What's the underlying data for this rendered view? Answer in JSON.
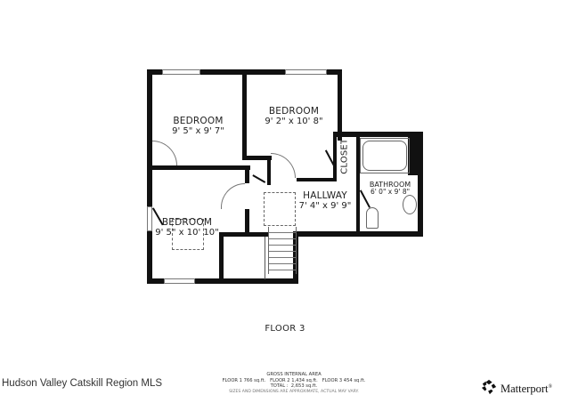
{
  "floor_plan": {
    "floor_title": "FLOOR 3",
    "rooms": [
      {
        "name": "BEDROOM",
        "dimensions": "9' 5\" x 9' 7\""
      },
      {
        "name": "BEDROOM",
        "dimensions": "9' 2\" x 10' 8\""
      },
      {
        "name": "CLOSET"
      },
      {
        "name": "BATHROOM",
        "dimensions": "6' 0\" x 9' 8\""
      },
      {
        "name": "HALLWAY",
        "dimensions": "7' 4\" x 9' 9\""
      },
      {
        "name": "BEDROOM",
        "dimensions": "9' 5\" x 10' 10\""
      }
    ]
  },
  "gross_internal_area": {
    "heading": "GROSS INTERNAL AREA",
    "floors_line": "FLOOR 1 766 sq.ft.   FLOOR 2 1,434 sq.ft.   FLOOR 3 454 sq.ft.",
    "total_line": "TOTAL :  2,653 sq.ft.",
    "note": "SIZES AND DIMENSIONS ARE APPROXIMATE, ACTUAL MAY VARY."
  },
  "footer": {
    "mls_watermark": "Hudson Valley Catskill Region MLS",
    "brand_name": "Matterport",
    "brand_mark": "®",
    "brand_icon": "matterport-logo-icon"
  }
}
